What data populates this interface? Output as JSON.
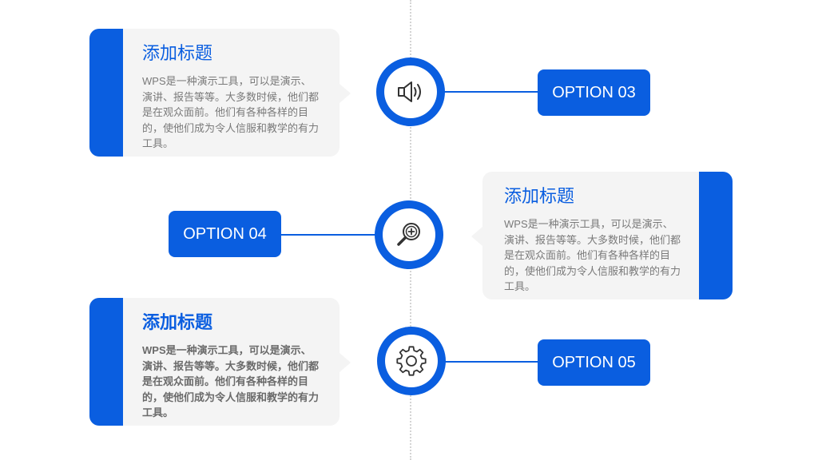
{
  "colors": {
    "accent": "#0a5ee0",
    "card_bg": "#f4f4f4",
    "body_text": "#7a7a7a"
  },
  "rows": [
    {
      "card": {
        "title": "添加标题",
        "body": "WPS是一种演示工具，可以是演示、演讲、报告等等。大多数时候，他们都是在观众面前。他们有各种各样的目的，使他们成为令人信服和教学的有力工具。"
      },
      "icon": "speaker-icon",
      "option": "OPTION 03"
    },
    {
      "card": {
        "title": "添加标题",
        "body": "WPS是一种演示工具，可以是演示、演讲、报告等等。大多数时候，他们都是在观众面前。他们有各种各样的目的，使他们成为令人信服和教学的有力工具。"
      },
      "icon": "zoom-in-icon",
      "option": "OPTION 04"
    },
    {
      "card": {
        "title": "添加标题",
        "body": "WPS是一种演示工具，可以是演示、演讲、报告等等。大多数时候，他们都是在观众面前。他们有各种各样的目的，使他们成为令人信服和教学的有力工具。"
      },
      "icon": "gear-icon",
      "option": "OPTION 05"
    }
  ]
}
